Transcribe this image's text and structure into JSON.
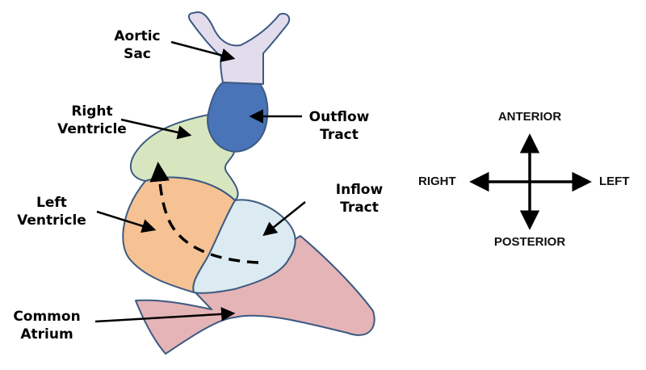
{
  "labels": {
    "aortic_sac": [
      "Aortic",
      "Sac"
    ],
    "right_ventricle": [
      "Right",
      "Ventricle"
    ],
    "left_ventricle": [
      "Left",
      "Ventricle"
    ],
    "outflow_tract": [
      "Outflow",
      "Tract"
    ],
    "inflow_tract": [
      "Inflow",
      "Tract"
    ],
    "common_atrium": [
      "Common",
      "Atrium"
    ]
  },
  "compass": {
    "anterior": "ANTERIOR",
    "posterior": "POSTERIOR",
    "right": "RIGHT",
    "left": "LEFT"
  },
  "colors": {
    "aortic_sac": "#e3dcec",
    "outflow_tract": "#4a74b8",
    "right_ventricle": "#d8e6c0",
    "left_ventricle": "#f6c293",
    "inflow_tract": "#dcebf1",
    "common_atrium": "#e5b4b6",
    "outline": "#3c5a82"
  }
}
